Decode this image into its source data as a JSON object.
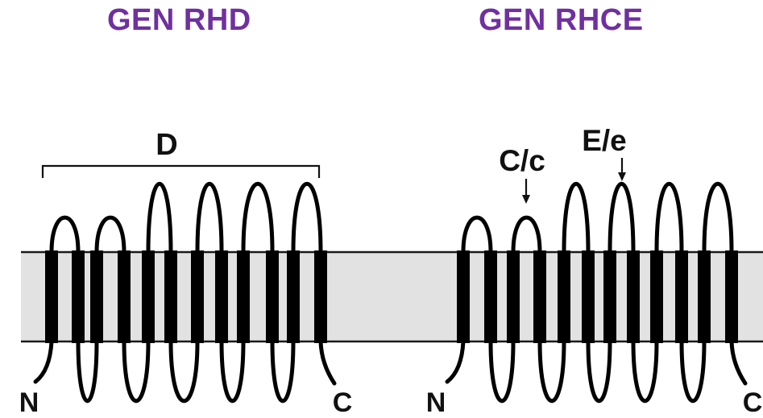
{
  "left_panel": {
    "title": "GEN RHD",
    "bracket_label": "D",
    "terminal_n": "N",
    "terminal_c": "C"
  },
  "right_panel": {
    "title": "GEN RHCE",
    "marker_cc": "C/c",
    "marker_ee": "E/e",
    "terminal_n": "N",
    "terminal_c": "C"
  },
  "colors": {
    "title": "#7030A0",
    "membrane_band": "#E2E2E2",
    "membrane_edge": "#1A1A1A",
    "protein": "#000000",
    "text": "#111111"
  }
}
